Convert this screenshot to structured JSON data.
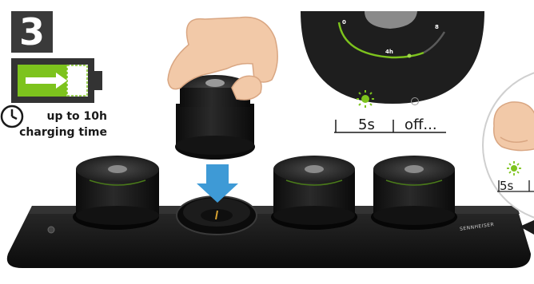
{
  "step": {
    "number": "3"
  },
  "charging": {
    "line1": "up to 10h",
    "line2": "charging time",
    "battery_level": 0.7
  },
  "dial": {
    "labels": [
      "0",
      "4h",
      "8"
    ]
  },
  "led_timing": {
    "on_duration": "5s",
    "off_label": "off",
    "continuation": "..."
  },
  "detail_inset": {
    "on_duration": "5s"
  },
  "dock": {
    "brand": "SENNHEISER"
  },
  "colors": {
    "accent_green": "#7dc31d",
    "arrow_blue": "#3e9ad6",
    "device_black": "#1b1b1b",
    "badge_gray": "#3a3a3a"
  }
}
